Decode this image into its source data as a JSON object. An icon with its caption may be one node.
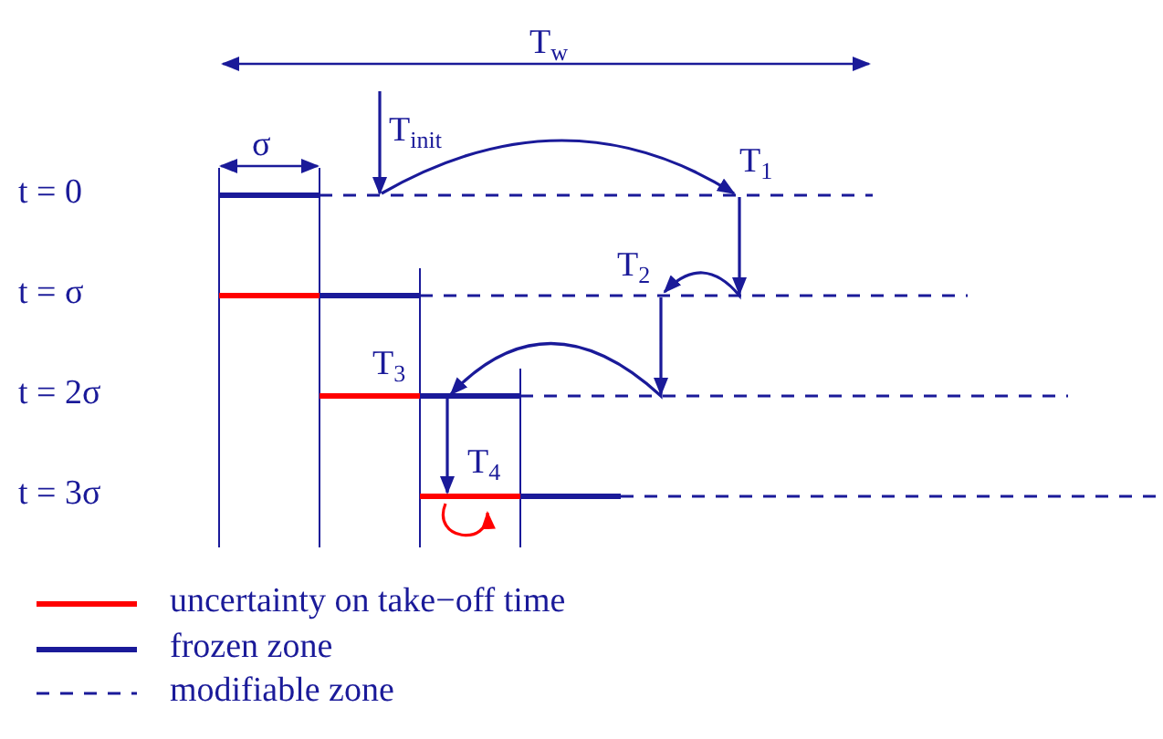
{
  "diagram": {
    "nodes": [
      {
        "text": [
          "T$_{init}$"
        ]
      },
      {
        "text": [
          "T$_{1}$"
        ]
      },
      {
        "text": [
          "T$_{2}$"
        ]
      },
      {
        "text": [
          "T$_{3}$"
        ]
      },
      {
        "text": [
          "T$_{4}$"
        ]
      }
    ],
    "edges": [
      {
        "from": null,
        "to": 0,
        "arrow": "to"
      },
      {
        "from": 0,
        "to": 1,
        "arrow": "to"
      },
      {
        "from": 1,
        "to": 2,
        "arrow": "to"
      },
      {
        "from": 2,
        "to": 3,
        "arrow": "to"
      },
      {
        "from": 3,
        "to": 4,
        "arrow": "to"
      },
      {
        "from": 4,
        "to": 4,
        "arrow": "to",
        "color": "#ff0000"
      }
    ],
    "labels": [
      "T$_{w}$",
      "σ",
      "t = 0",
      "t = σ",
      "t = 2σ",
      "t = 3σ"
    ],
    "legend": [
      {
        "text": "uncertainty on take−off time"
      },
      {
        "text": "frozen zone"
      },
      {
        "text": "modifiable zone"
      }
    ]
  }
}
